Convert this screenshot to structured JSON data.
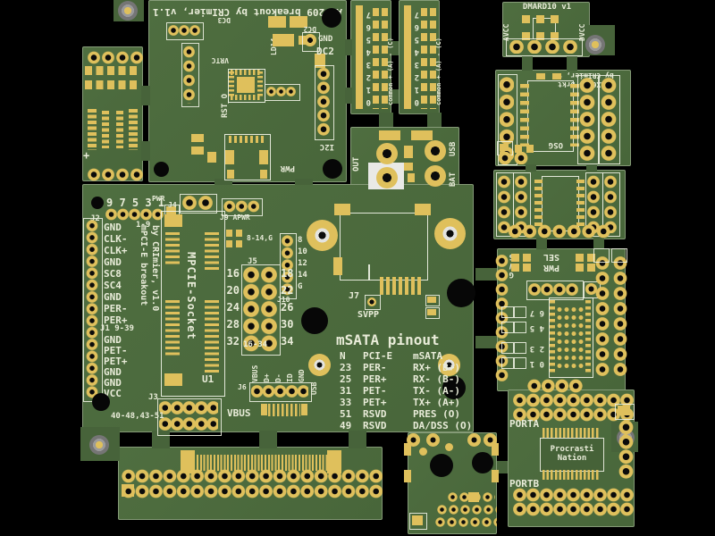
{
  "colors": {
    "background": "#000000",
    "board_green": "#4c6b3d",
    "pad_gold": "#dfc05c",
    "silkscreen": "#e9ecd9",
    "tooling_gray": "#8a8a8a"
  },
  "boards": {
    "soic_breakout": {
      "plus_mark": "+"
    },
    "axp209": {
      "title": "AXP209 breakout by CRImier, v1.1",
      "rst_o": "RST_O",
      "dc3": "DC3",
      "ld14": "LD14",
      "vrtc": "VRTC",
      "dc2_pin": "DC2",
      "gnd": "GND",
      "dc2": "DC2",
      "i2c": "I2C",
      "pwr": "PWR"
    },
    "led_bar": {
      "pins": [
        "7",
        "6",
        "5",
        "4",
        "3",
        "2",
        "1",
        "0"
      ],
      "side_label": "common + (A) - (C)"
    },
    "dmard10": {
      "title": "DMARD10 v1",
      "left_pin": "AVCC",
      "right_pin": "DVCC"
    },
    "max6636": {
      "title_line1": "MAX6636 brkt",
      "title_line2": "by CRImier, v1",
      "corner": "OSG"
    },
    "power_pads": {
      "out": "OUT",
      "usb": "USB",
      "bat": "BAT"
    },
    "mpcie": {
      "top_pins": "9 7 5 3 1",
      "j2": "J2",
      "range1": "1-9",
      "pwr": "PWR",
      "j4": "J4",
      "j9": "J9 APWR",
      "left_labels": [
        "GND",
        "CLK-",
        "CLK+",
        "GND",
        "SC8",
        "SC4",
        "GND",
        "PER-",
        "PER+"
      ],
      "j1_range": "J1 9-39",
      "left_labels2": [
        "GND",
        "PET-",
        "PET+",
        "GND",
        "GND",
        "VCC"
      ],
      "vtitle1": "mPCI-E breakout",
      "vtitle2": "by CRImier, v1.0",
      "socket": "MPCIE-Socket",
      "u1": "U1",
      "j5": "J5",
      "j5_left": [
        "16",
        "20",
        "24",
        "28",
        "32"
      ],
      "j5_right": [
        "18",
        "22",
        "26",
        "30",
        "34"
      ],
      "j5_range": "16-34",
      "j10_label": "8-14,G",
      "j10_pins": [
        "8",
        "10",
        "12",
        "14",
        "G"
      ],
      "j10": "J10",
      "j3": "J3",
      "j3_range": "40-48,43-51",
      "j6": "J6",
      "vbus": "VBUS",
      "usb_pins": [
        "VBUS",
        "D+",
        "D-",
        "ID",
        "GND"
      ],
      "usb": "USB",
      "j7": "J7",
      "svpp": "SVPP",
      "msata": {
        "title": "mSATA pinout",
        "headers": [
          "N",
          "PCI-E",
          "mSATA"
        ],
        "rows": [
          [
            "23",
            "PER-",
            "RX+ (B+)"
          ],
          [
            "25",
            "PER+",
            "RX- (B-)"
          ],
          [
            "31",
            "PET-",
            "TX- (A-)"
          ],
          [
            "33",
            "PET+",
            "TX+ (A+)"
          ],
          [
            "51",
            "RSVD",
            "PRES (O)"
          ],
          [
            "49",
            "RSVD",
            "DA/DSS (O)"
          ]
        ]
      }
    },
    "pwr_sel": {
      "title_line1": "PWR",
      "title_line2": "SEL",
      "side_pins": [
        "S",
        "V",
        "G"
      ],
      "pairs": [
        "6 7",
        "4 5",
        "2 3",
        "0 1"
      ]
    },
    "ports": {
      "porta": "PORTA",
      "portb": "PORTB",
      "chip_line1": "Procrasti",
      "chip_line2": "Nation"
    }
  }
}
